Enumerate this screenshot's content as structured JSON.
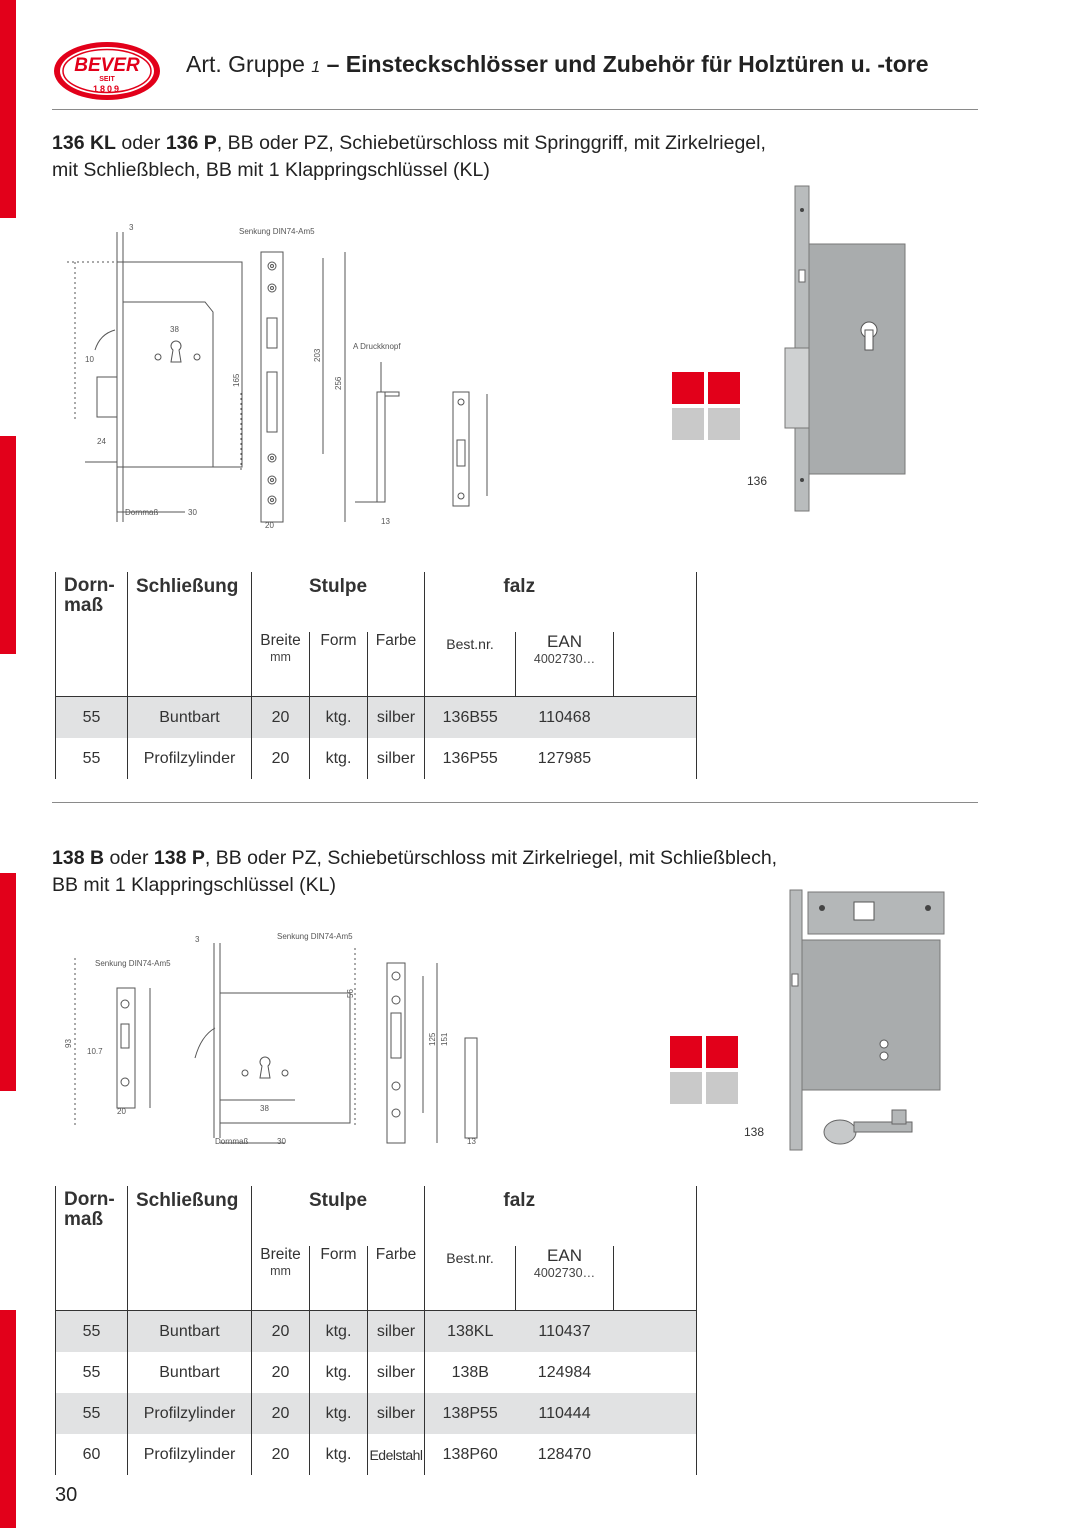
{
  "brand": {
    "name": "BEVER",
    "seit": "SEIT",
    "year": "1809",
    "accent_color": "#e2001a"
  },
  "header": {
    "prefix": "Art. Gruppe",
    "group_no": "1",
    "dash": "–",
    "title": "Einsteckschlösser und Zubehör für Holztüren u. -tore"
  },
  "section1": {
    "title_bold1": "136 KL",
    "title_mid": " oder ",
    "title_bold2": "136 P",
    "title_rest": ", BB oder PZ, Schiebetürschloss mit Springgriff, mit Zirkelriegel,",
    "title_line2": "mit Schließblech, BB mit 1 Klappringschlüssel (KL)",
    "drawing_labels": {
      "senkung": "Senkung DIN74-Am5",
      "druckknopf": "A   Druckknopf",
      "dornmass": "Dornmaß",
      "d30": "30",
      "d3": "3",
      "d24": "24",
      "d10": "10",
      "d20": "20",
      "d13": "13",
      "d38": "38",
      "d203": "203",
      "d256": "256",
      "d165": "165"
    },
    "photo_caption": "136",
    "table": {
      "headers": {
        "dornmass": "Dorn-\nmaß",
        "schliessung": "Schließung",
        "stulpe": "Stulpe",
        "falz": "falz",
        "breite": "Breite",
        "breite_unit": "mm",
        "form": "Form",
        "farbe": "Farbe",
        "bestnr": "Best.nr.",
        "ean": "EAN",
        "ean_prefix": "4002730…"
      },
      "rows": [
        {
          "dorn": "55",
          "schl": "Buntbart",
          "breite": "20",
          "form": "ktg.",
          "farbe": "silber",
          "best": "136B55",
          "ean": "110468"
        },
        {
          "dorn": "55",
          "schl": "Profilzylinder",
          "breite": "20",
          "form": "ktg.",
          "farbe": "silber",
          "best": "136P55",
          "ean": "127985"
        }
      ]
    }
  },
  "section2": {
    "title_bold1": "138 B",
    "title_mid": " oder ",
    "title_bold2": "138 P",
    "title_rest": ", BB oder PZ, Schiebetürschloss mit Zirkelriegel, mit Schließblech,",
    "title_line2": "BB mit 1 Klappringschlüssel (KL)",
    "drawing_labels": {
      "senkung": "Senkung DIN74-Am5",
      "senkung2": "Senkung DIN74-Am5",
      "dornmass": "Dornmaß",
      "d30": "30",
      "d3": "3",
      "d93": "93",
      "d107": "10.7",
      "d20": "20",
      "d13": "13",
      "d38": "38",
      "d125": "125",
      "d151": "151",
      "d56": "56"
    },
    "photo_caption": "138",
    "table": {
      "headers": {
        "dornmass": "Dorn-\nmaß",
        "schliessung": "Schließung",
        "stulpe": "Stulpe",
        "falz": "falz",
        "breite": "Breite",
        "breite_unit": "mm",
        "form": "Form",
        "farbe": "Farbe",
        "bestnr": "Best.nr.",
        "ean": "EAN",
        "ean_prefix": "4002730…"
      },
      "rows": [
        {
          "dorn": "55",
          "schl": "Buntbart",
          "breite": "20",
          "form": "ktg.",
          "farbe": "silber",
          "best": "138KL",
          "ean": "110437"
        },
        {
          "dorn": "55",
          "schl": "Buntbart",
          "breite": "20",
          "form": "ktg.",
          "farbe": "silber",
          "best": "138B",
          "ean": "124984"
        },
        {
          "dorn": "55",
          "schl": "Profilzylinder",
          "breite": "20",
          "form": "ktg.",
          "farbe": "silber",
          "best": "138P55",
          "ean": "110444"
        },
        {
          "dorn": "60",
          "schl": "Profilzylinder",
          "breite": "20",
          "form": "ktg.",
          "farbe": "Edelstahl",
          "best": "138P60",
          "ean": "128470"
        }
      ]
    }
  },
  "page_number": "30"
}
